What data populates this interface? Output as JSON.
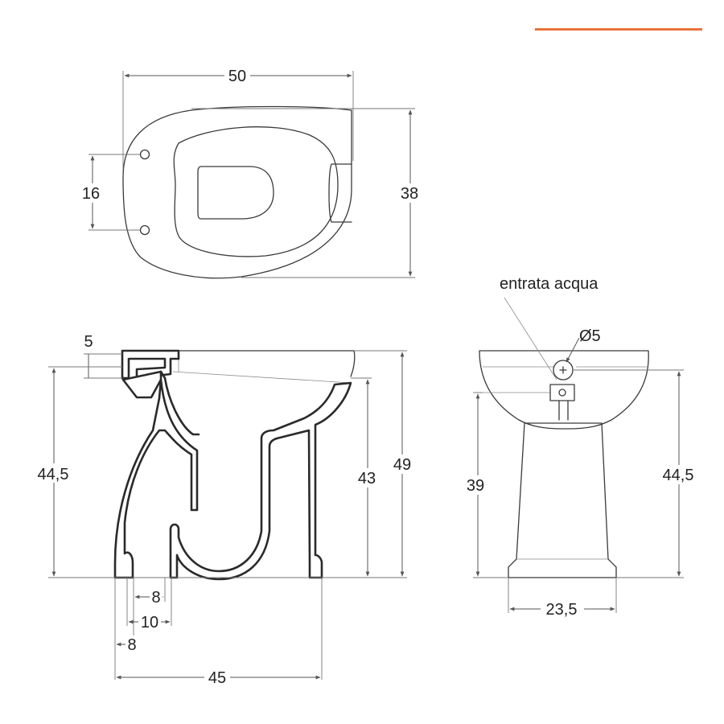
{
  "accent_color": "#e8733a",
  "top_view": {
    "width_label": "50",
    "depth_label": "38",
    "holes_label": "16"
  },
  "side_section": {
    "seat_thickness_label": "5",
    "outlet_height_label": "44,5",
    "inner_height_label": "43",
    "total_height_label": "49",
    "foot_label_a": "8",
    "foot_label_b": "10",
    "foot_label_c": "8",
    "total_depth_label": "45"
  },
  "front_view": {
    "water_inlet_label": "entrata acqua",
    "inlet_diameter_label": "Ø5",
    "inlet_height_label": "39",
    "rim_height_label": "44,5",
    "base_width_label": "23,5"
  }
}
